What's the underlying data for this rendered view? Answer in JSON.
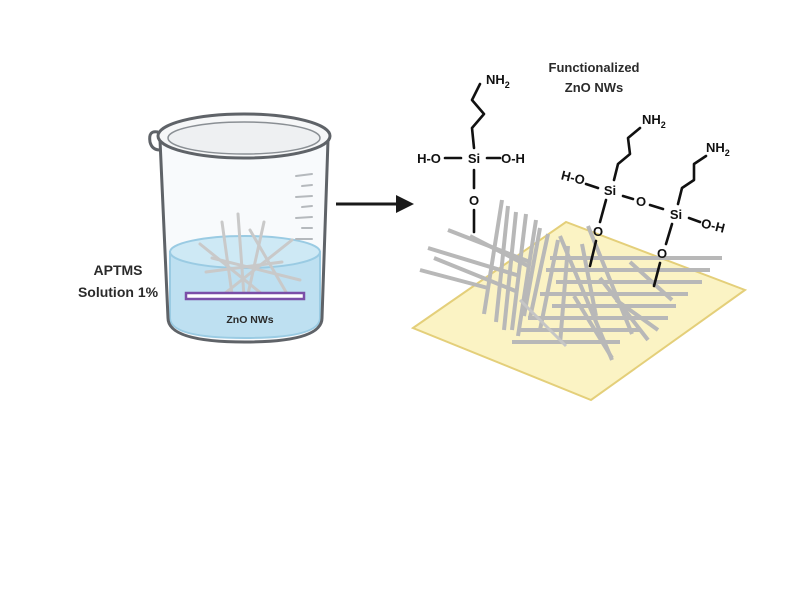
{
  "labels": {
    "solution_line1": "APTMS",
    "solution_line2": "Solution 1%",
    "substrate_in_beaker": "ZnO NWs",
    "product_line1": "Functionalized",
    "product_line2": "ZnO NWs"
  },
  "chemistry": {
    "amine_main": "NH",
    "amine_sub": "2",
    "silicon": "Si",
    "oxygen": "O",
    "hydroxyl_left": "H-O",
    "hydroxyl_right": "O-H"
  },
  "colors": {
    "liquid": "#a7d8ee",
    "liquid_edge": "#6fb7d9",
    "slide": "#7b4fa8",
    "substrate": "#fbf3c4",
    "substrate_edge": "#e4cf7a",
    "nanowire": "#b8b8b8",
    "arrow": "#1a1a1a"
  }
}
